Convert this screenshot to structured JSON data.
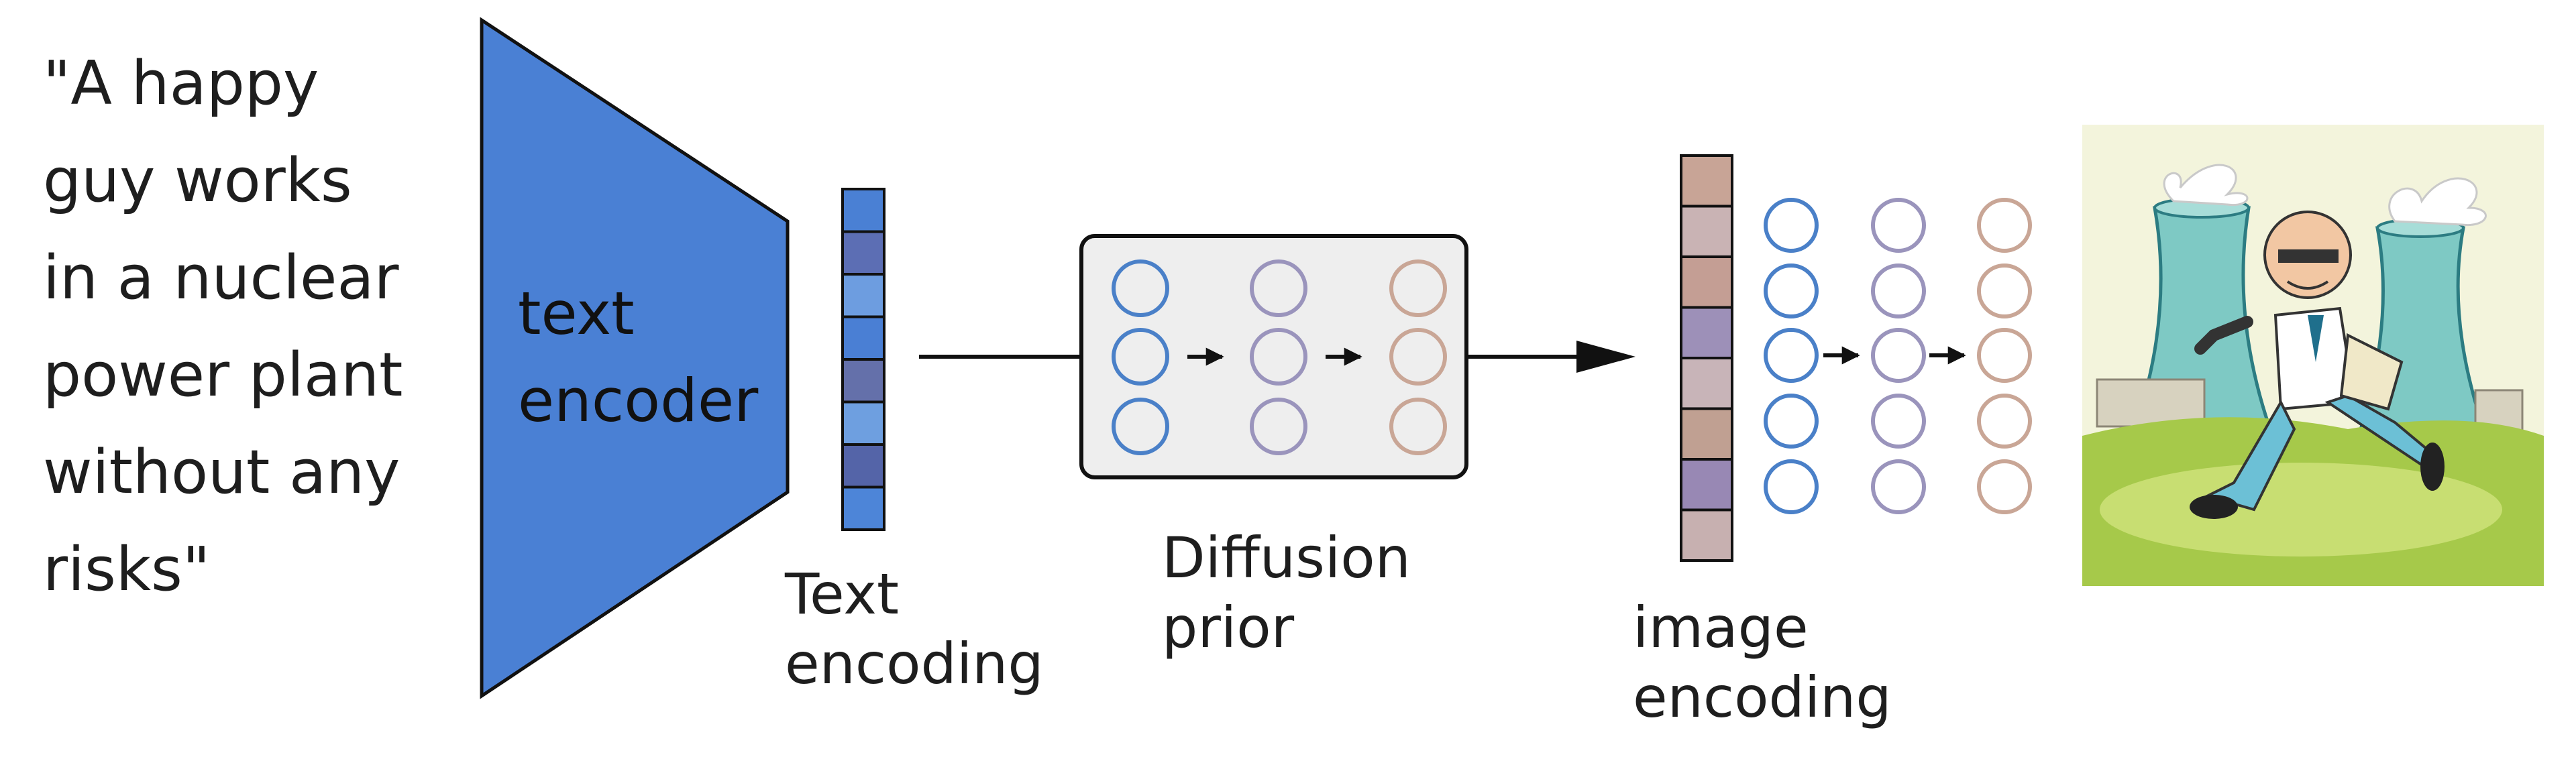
{
  "prompt": {
    "line1": "\"A happy",
    "line2": "guy works",
    "line3": "in a nuclear",
    "line4": "power plant",
    "line5": "without any",
    "line6": "risks\""
  },
  "encoder": {
    "line1": "text",
    "line2": "encoder",
    "color": "#4a80d4"
  },
  "labels": {
    "text_encoding_1": "Text",
    "text_encoding_2": "encoding",
    "diffusion_1": "Diffusion",
    "diffusion_2": "prior",
    "image_encoding_1": "image",
    "image_encoding_2": "encoding"
  },
  "colors": {
    "text_vector": [
      "#4a80d4",
      "#5c6eb4",
      "#6d9de0",
      "#4a7fd4",
      "#6470aa",
      "#6e9fe0",
      "#5464a8",
      "#4d85d8"
    ],
    "image_vector": [
      "#c8a496",
      "#c9b3b4",
      "#c49e94",
      "#9d90b8",
      "#c8b4b8",
      "#c0a092",
      "#9888b4",
      "#c7b0b0"
    ],
    "neuron_blue": "#4a80c8",
    "neuron_purple": "#9a94bc",
    "neuron_tan": "#c9a696"
  },
  "output_image": {
    "icon": "nuclear-plant-illustration"
  }
}
